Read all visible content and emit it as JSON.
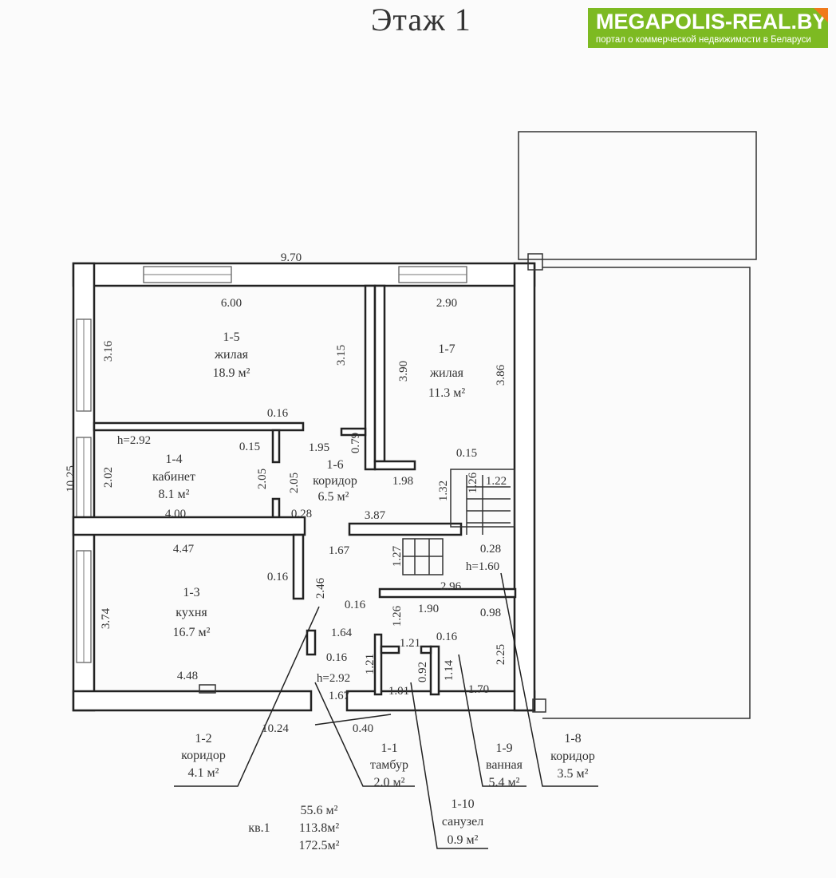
{
  "title": "Этаж 1",
  "logo": {
    "brand": "MEGAPOLIS-REAL.BY",
    "tagline": "портал о коммерческой недвижимости в Беларуси",
    "color": "#7dba22",
    "accent": "#f07a1a"
  },
  "rooms": {
    "r1_5": {
      "id": "1-5",
      "name": "жилая",
      "area": "18.9 м²"
    },
    "r1_7": {
      "id": "1-7",
      "name": "жилая",
      "area": "11.3 м²"
    },
    "r1_4": {
      "id": "1-4",
      "name": "кабинет",
      "area": "8.1 м²"
    },
    "r1_6": {
      "id": "1-6",
      "name": "коридор",
      "area": "6.5 м²"
    },
    "r1_3": {
      "id": "1-3",
      "name": "кухня",
      "area": "16.7 м²"
    },
    "r1_2": {
      "id": "1-2",
      "name": "коридор",
      "area": "4.1 м²"
    },
    "r1_1": {
      "id": "1-1",
      "name": "тамбур",
      "area": "2.0 м²"
    },
    "r1_9": {
      "id": "1-9",
      "name": "ванная",
      "area": "5.4 м²"
    },
    "r1_8": {
      "id": "1-8",
      "name": "коридор",
      "area": "3.5 м²"
    },
    "r1_10": {
      "id": "1-10",
      "name": "санузел",
      "area": "0.9 м²"
    }
  },
  "dims": {
    "top_total": "9.70",
    "left_total": "10.25",
    "bottom_total": "10.24",
    "d600": "6.00",
    "d316": "3.16",
    "d315": "3.15",
    "d290": "2.90",
    "d390": "3.90",
    "d386": "3.86",
    "d016a": "0.16",
    "h292a": "h=2.92",
    "d015a": "0.15",
    "d195": "1.95",
    "d079": "0.79",
    "d202": "2.02",
    "d205a": "2.05",
    "d205b": "2.05",
    "d198": "1.98",
    "d015b": "0.15",
    "d132": "1.32",
    "d126a": "1.26",
    "d122": "1.22",
    "d400": "4.00",
    "d028a": "0.28",
    "d387": "3.87",
    "d447": "4.47",
    "d167a": "1.67",
    "d127": "1.27",
    "d028b": "0.28",
    "h160": "h=1.60",
    "d016b": "0.16",
    "d246": "2.46",
    "d296": "2.96",
    "d374": "3.74",
    "d016c": "0.16",
    "d126b": "1.26",
    "d190": "1.90",
    "d098": "0.98",
    "d164": "1.64",
    "d121a": "1.21",
    "d016d": "0.16",
    "d225": "2.25",
    "d448": "4.48",
    "d016e": "0.16",
    "d121b": "1.21",
    "d092": "0.92",
    "d114": "1.14",
    "h292b": "h=2.92",
    "d167b": "1.67",
    "d101": "1.01",
    "d170": "1.70",
    "d040": "0.40"
  },
  "totals": {
    "unit": "кв.1",
    "a1": "55.6 м²",
    "a2": "113.8м²",
    "a3": "172.5м²"
  }
}
